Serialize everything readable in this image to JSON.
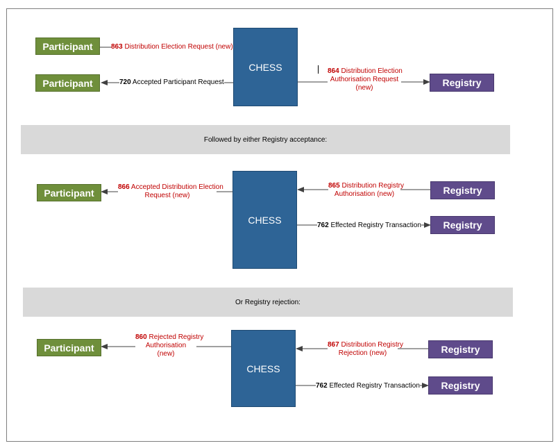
{
  "sections": {
    "band1": "Followed by either Registry acceptance:",
    "band2": "Or Registry rejection:"
  },
  "nodes": {
    "participant": "Participant",
    "registry": "Registry",
    "chess": "CHESS"
  },
  "messages": {
    "m863": {
      "num": "863",
      "text": "Distribution Election Request (new)"
    },
    "m720": {
      "num": "720",
      "text": "Accepted Participant Request"
    },
    "m864": {
      "num": "864",
      "line1": "Distribution Election",
      "line2": "Authorisation Request",
      "line3": "(new)"
    },
    "m866": {
      "num": "866",
      "line1": "Accepted Distribution Election",
      "line2": "Request (new)"
    },
    "m865": {
      "num": "865",
      "line1": "Distribution Registry",
      "line2": "Authorisation (new)"
    },
    "m762a": {
      "num": "762",
      "text": "Effected Registry Transaction"
    },
    "m860": {
      "num": "860",
      "line1": "Rejected Registry",
      "line2": "Authorisation",
      "line3": "(new)"
    },
    "m867": {
      "num": "867",
      "line1": "Distribution Registry",
      "line2": "Rejection (new)"
    },
    "m762b": {
      "num": "762",
      "text": "Effected Registry Transaction"
    }
  },
  "colors": {
    "participant": "#6f8f3b",
    "registry": "#5f4b8b",
    "chess": "#2e6496",
    "band": "#d9d9d9",
    "message_red": "#c00000"
  }
}
